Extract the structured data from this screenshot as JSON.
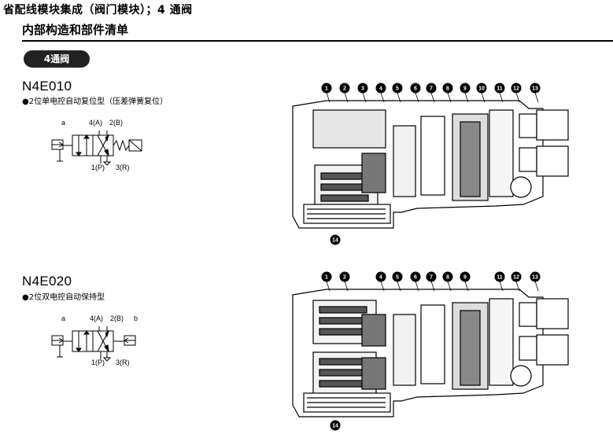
{
  "header": {
    "title": "省配线模块集成（阀门模块）；4 通阀",
    "subtitle": "内部构造和部件清单",
    "badge": "4通阀"
  },
  "sections": [
    {
      "model": "N4E010",
      "description": "●2位单电控自动复位型（压差弹簧复位）",
      "ports": {
        "a": "a",
        "b": "",
        "p4": "4(A)",
        "p2": "2(B)",
        "p1": "1(P)",
        "p3": "3(R)"
      },
      "callouts": [
        "1",
        "2",
        "3",
        "4",
        "5",
        "6",
        "7",
        "8",
        "9",
        "10",
        "11",
        "12",
        "13",
        "14"
      ]
    },
    {
      "model": "N4E020",
      "description": "●2位双电控自动保持型",
      "ports": {
        "a": "a",
        "b": "b",
        "p4": "4(A)",
        "p2": "2(B)",
        "p1": "1(P)",
        "p3": "3(R)"
      },
      "callouts": [
        "1",
        "2",
        "4",
        "5",
        "6",
        "7",
        "8",
        "9",
        "11",
        "12",
        "13",
        "14"
      ]
    }
  ]
}
